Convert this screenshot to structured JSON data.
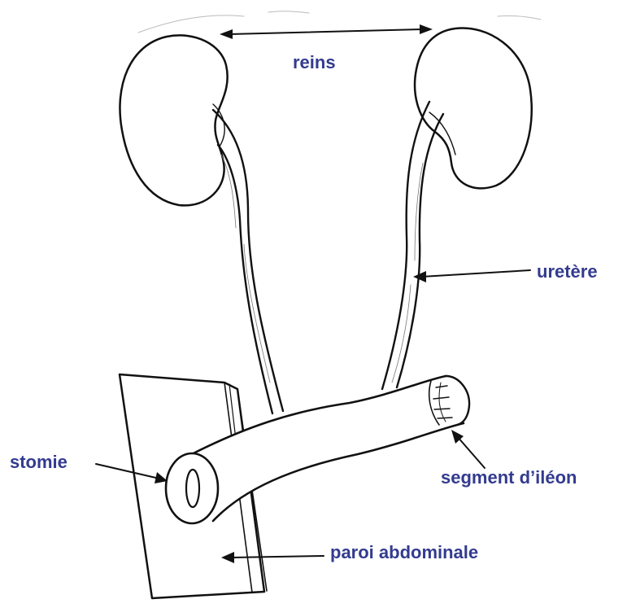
{
  "colors": {
    "label": "#333b8f",
    "line": "#111111",
    "background": "#ffffff"
  },
  "labels": {
    "reins": "reins",
    "uretere": "uretère",
    "stomie": "stomie",
    "segment": "segment d’iléon",
    "paroi": "paroi abdominale"
  }
}
